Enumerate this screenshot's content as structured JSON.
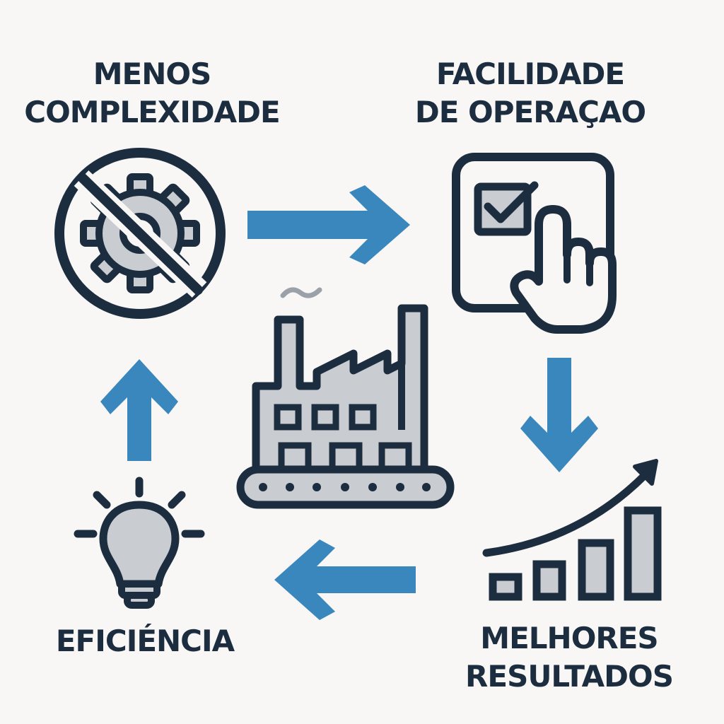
{
  "steps": {
    "menos": {
      "line1": "MENOS",
      "line2": "COMPLEXIDADE",
      "icon": "no-gear-icon"
    },
    "facilidade": {
      "line1": "FACILIDADE",
      "line2": "DE OPERAÇAO",
      "icon": "checkbox-hand-icon"
    },
    "melhores": {
      "line1": "MELHORES",
      "line2": "RESULTADOS",
      "icon": "growth-chart-icon"
    },
    "eficiencia": {
      "line1": "EFICIÉNCIA",
      "icon": "lightbulb-icon"
    }
  },
  "center": {
    "icon": "factory-icon"
  },
  "colors": {
    "text": "#1c2d40",
    "arrow": "#3a87bd",
    "fill": "#c9ccd0",
    "background": "#f8f7f5"
  }
}
